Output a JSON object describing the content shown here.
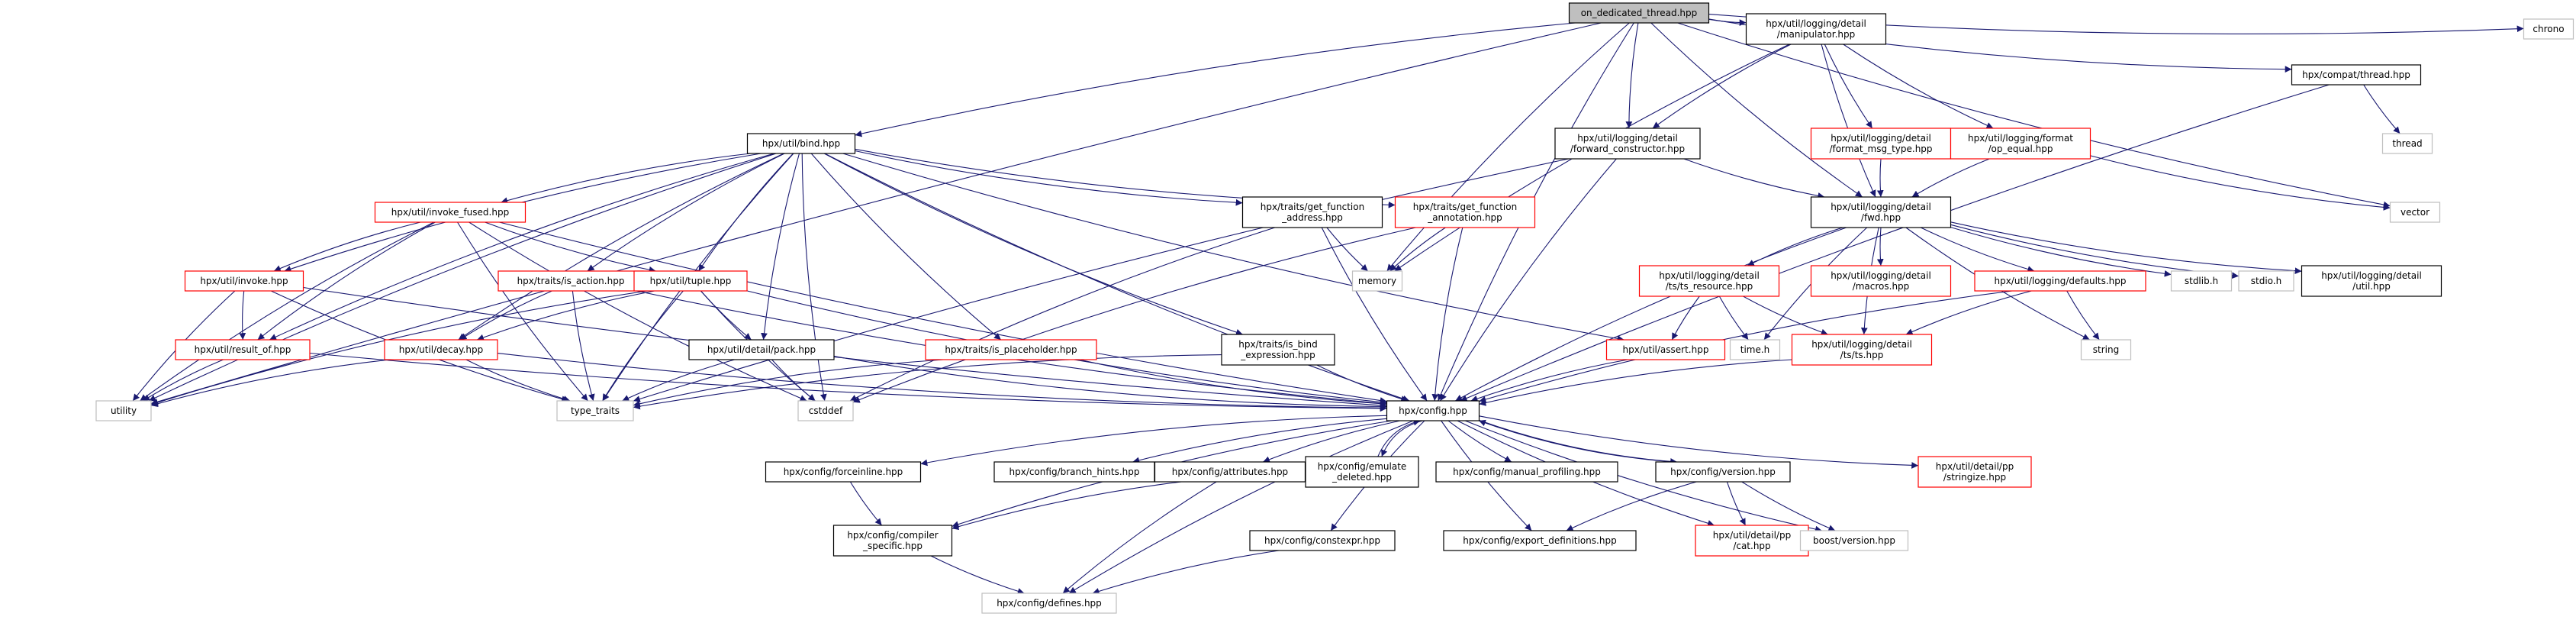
{
  "colors": {
    "edge": "#191970",
    "border_documented": "#000000",
    "border_undocumented": "#ff0000",
    "border_external": "#bfbfbf",
    "root_fill": "#bfbfbf",
    "node_fill": "#ffffff",
    "background": "#ffffff"
  },
  "nodes": [
    {
      "id": "root",
      "lines": [
        "on_dedicated_thread.hpp"
      ],
      "kind": "root"
    },
    {
      "id": "chrono",
      "lines": [
        "chrono"
      ],
      "kind": "external"
    },
    {
      "id": "manipulator",
      "lines": [
        "hpx/util/logging/detail",
        "/manipulator.hpp"
      ],
      "kind": "documented"
    },
    {
      "id": "compat_thread",
      "lines": [
        "hpx/compat/thread.hpp"
      ],
      "kind": "documented"
    },
    {
      "id": "thread",
      "lines": [
        "thread"
      ],
      "kind": "external"
    },
    {
      "id": "bind",
      "lines": [
        "hpx/util/bind.hpp"
      ],
      "kind": "documented"
    },
    {
      "id": "fwd_ctor",
      "lines": [
        "hpx/util/logging/detail",
        "/forward_constructor.hpp"
      ],
      "kind": "documented"
    },
    {
      "id": "fmt_msg",
      "lines": [
        "hpx/util/logging/detail",
        "/format_msg_type.hpp"
      ],
      "kind": "undocumented"
    },
    {
      "id": "op_equal",
      "lines": [
        "hpx/util/logging/format",
        "/op_equal.hpp"
      ],
      "kind": "undocumented"
    },
    {
      "id": "vector",
      "lines": [
        "vector"
      ],
      "kind": "external"
    },
    {
      "id": "invoke_fused",
      "lines": [
        "hpx/util/invoke_fused.hpp"
      ],
      "kind": "undocumented"
    },
    {
      "id": "gfa",
      "lines": [
        "hpx/traits/get_function",
        "_address.hpp"
      ],
      "kind": "documented"
    },
    {
      "id": "gfann",
      "lines": [
        "hpx/traits/get_function",
        "_annotation.hpp"
      ],
      "kind": "undocumented"
    },
    {
      "id": "fwd",
      "lines": [
        "hpx/util/logging/detail",
        "/fwd.hpp"
      ],
      "kind": "documented"
    },
    {
      "id": "memory",
      "lines": [
        "memory"
      ],
      "kind": "external"
    },
    {
      "id": "invoke",
      "lines": [
        "hpx/util/invoke.hpp"
      ],
      "kind": "undocumented"
    },
    {
      "id": "is_action",
      "lines": [
        "hpx/traits/is_action.hpp"
      ],
      "kind": "undocumented"
    },
    {
      "id": "tuple",
      "lines": [
        "hpx/util/tuple.hpp"
      ],
      "kind": "undocumented"
    },
    {
      "id": "ts_resource",
      "lines": [
        "hpx/util/logging/detail",
        "/ts/ts_resource.hpp"
      ],
      "kind": "undocumented"
    },
    {
      "id": "macros",
      "lines": [
        "hpx/util/logging/detail",
        "/macros.hpp"
      ],
      "kind": "undocumented"
    },
    {
      "id": "defaults",
      "lines": [
        "hpx/util/logging/defaults.hpp"
      ],
      "kind": "undocumented"
    },
    {
      "id": "stdlib",
      "lines": [
        "stdlib.h"
      ],
      "kind": "external"
    },
    {
      "id": "stdio",
      "lines": [
        "stdio.h"
      ],
      "kind": "external"
    },
    {
      "id": "log_util",
      "lines": [
        "hpx/util/logging/detail",
        "/util.hpp"
      ],
      "kind": "documented"
    },
    {
      "id": "result_of",
      "lines": [
        "hpx/util/result_of.hpp"
      ],
      "kind": "undocumented"
    },
    {
      "id": "decay",
      "lines": [
        "hpx/util/decay.hpp"
      ],
      "kind": "undocumented"
    },
    {
      "id": "pack",
      "lines": [
        "hpx/util/detail/pack.hpp"
      ],
      "kind": "documented"
    },
    {
      "id": "is_placeholder",
      "lines": [
        "hpx/traits/is_placeholder.hpp"
      ],
      "kind": "undocumented"
    },
    {
      "id": "is_bind",
      "lines": [
        "hpx/traits/is_bind",
        "_expression.hpp"
      ],
      "kind": "documented"
    },
    {
      "id": "assert",
      "lines": [
        "hpx/util/assert.hpp"
      ],
      "kind": "undocumented"
    },
    {
      "id": "time",
      "lines": [
        "time.h"
      ],
      "kind": "external"
    },
    {
      "id": "ts",
      "lines": [
        "hpx/util/logging/detail",
        "/ts/ts.hpp"
      ],
      "kind": "undocumented"
    },
    {
      "id": "string",
      "lines": [
        "string"
      ],
      "kind": "external"
    },
    {
      "id": "utility",
      "lines": [
        "utility"
      ],
      "kind": "external"
    },
    {
      "id": "type_traits",
      "lines": [
        "type_traits"
      ],
      "kind": "external"
    },
    {
      "id": "cstddef",
      "lines": [
        "cstddef"
      ],
      "kind": "external"
    },
    {
      "id": "config",
      "lines": [
        "hpx/config.hpp"
      ],
      "kind": "documented"
    },
    {
      "id": "forceinline",
      "lines": [
        "hpx/config/forceinline.hpp"
      ],
      "kind": "documented"
    },
    {
      "id": "branch_hints",
      "lines": [
        "hpx/config/branch_hints.hpp"
      ],
      "kind": "documented"
    },
    {
      "id": "attributes",
      "lines": [
        "hpx/config/attributes.hpp"
      ],
      "kind": "documented"
    },
    {
      "id": "emulate_deleted",
      "lines": [
        "hpx/config/emulate",
        "_deleted.hpp"
      ],
      "kind": "documented"
    },
    {
      "id": "manual_profiling",
      "lines": [
        "hpx/config/manual_profiling.hpp"
      ],
      "kind": "documented"
    },
    {
      "id": "version",
      "lines": [
        "hpx/config/version.hpp"
      ],
      "kind": "documented"
    },
    {
      "id": "stringize",
      "lines": [
        "hpx/util/detail/pp",
        "/stringize.hpp"
      ],
      "kind": "undocumented"
    },
    {
      "id": "compiler_specific",
      "lines": [
        "hpx/config/compiler",
        "_specific.hpp"
      ],
      "kind": "documented"
    },
    {
      "id": "constexpr",
      "lines": [
        "hpx/config/constexpr.hpp"
      ],
      "kind": "documented"
    },
    {
      "id": "export_defs",
      "lines": [
        "hpx/config/export_definitions.hpp"
      ],
      "kind": "documented"
    },
    {
      "id": "cat",
      "lines": [
        "hpx/util/detail/pp",
        "/cat.hpp"
      ],
      "kind": "undocumented"
    },
    {
      "id": "boost_version",
      "lines": [
        "boost/version.hpp"
      ],
      "kind": "external"
    },
    {
      "id": "defines",
      "lines": [
        "hpx/config/defines.hpp"
      ],
      "kind": "external"
    }
  ],
  "edges": [
    [
      "root",
      "chrono"
    ],
    [
      "root",
      "manipulator"
    ],
    [
      "root",
      "compat_thread"
    ],
    [
      "root",
      "bind"
    ],
    [
      "root",
      "fwd_ctor"
    ],
    [
      "root",
      "fwd"
    ],
    [
      "root",
      "memory"
    ],
    [
      "root",
      "vector"
    ],
    [
      "root",
      "utility"
    ],
    [
      "root",
      "config"
    ],
    [
      "manipulator",
      "fwd_ctor"
    ],
    [
      "manipulator",
      "fmt_msg"
    ],
    [
      "manipulator",
      "op_equal"
    ],
    [
      "manipulator",
      "fwd"
    ],
    [
      "manipulator",
      "memory"
    ],
    [
      "compat_thread",
      "thread"
    ],
    [
      "compat_thread",
      "config"
    ],
    [
      "fwd_ctor",
      "fwd"
    ],
    [
      "fwd_ctor",
      "type_traits"
    ],
    [
      "fwd_ctor",
      "config"
    ],
    [
      "fmt_msg",
      "fwd"
    ],
    [
      "op_equal",
      "fwd"
    ],
    [
      "op_equal",
      "vector"
    ],
    [
      "bind",
      "invoke_fused"
    ],
    [
      "bind",
      "gfa"
    ],
    [
      "bind",
      "gfann"
    ],
    [
      "bind",
      "invoke"
    ],
    [
      "bind",
      "is_action"
    ],
    [
      "bind",
      "tuple"
    ],
    [
      "bind",
      "result_of"
    ],
    [
      "bind",
      "decay"
    ],
    [
      "bind",
      "pack"
    ],
    [
      "bind",
      "is_placeholder"
    ],
    [
      "bind",
      "is_bind"
    ],
    [
      "bind",
      "assert"
    ],
    [
      "bind",
      "utility"
    ],
    [
      "bind",
      "type_traits"
    ],
    [
      "bind",
      "cstddef"
    ],
    [
      "bind",
      "config"
    ],
    [
      "invoke_fused",
      "invoke"
    ],
    [
      "invoke_fused",
      "tuple"
    ],
    [
      "invoke_fused",
      "result_of"
    ],
    [
      "invoke_fused",
      "utility"
    ],
    [
      "invoke_fused",
      "type_traits"
    ],
    [
      "invoke_fused",
      "cstddef"
    ],
    [
      "invoke_fused",
      "config"
    ],
    [
      "gfa",
      "memory"
    ],
    [
      "gfa",
      "config"
    ],
    [
      "gfa",
      "cstddef"
    ],
    [
      "gfann",
      "memory"
    ],
    [
      "gfann",
      "config"
    ],
    [
      "gfann",
      "cstddef"
    ],
    [
      "fwd",
      "ts_resource"
    ],
    [
      "fwd",
      "macros"
    ],
    [
      "fwd",
      "defaults"
    ],
    [
      "fwd",
      "stdlib"
    ],
    [
      "fwd",
      "stdio"
    ],
    [
      "fwd",
      "log_util"
    ],
    [
      "fwd",
      "time"
    ],
    [
      "fwd",
      "ts"
    ],
    [
      "fwd",
      "string"
    ],
    [
      "fwd",
      "config"
    ],
    [
      "invoke",
      "result_of"
    ],
    [
      "invoke",
      "utility"
    ],
    [
      "invoke",
      "type_traits"
    ],
    [
      "invoke",
      "config"
    ],
    [
      "is_action",
      "decay"
    ],
    [
      "is_action",
      "type_traits"
    ],
    [
      "is_action",
      "config"
    ],
    [
      "tuple",
      "decay"
    ],
    [
      "tuple",
      "pack"
    ],
    [
      "tuple",
      "utility"
    ],
    [
      "tuple",
      "type_traits"
    ],
    [
      "tuple",
      "cstddef"
    ],
    [
      "tuple",
      "config"
    ],
    [
      "ts_resource",
      "assert"
    ],
    [
      "ts_resource",
      "time"
    ],
    [
      "ts_resource",
      "ts"
    ],
    [
      "defaults",
      "ts"
    ],
    [
      "defaults",
      "string"
    ],
    [
      "defaults",
      "config"
    ],
    [
      "result_of",
      "utility"
    ],
    [
      "result_of",
      "config"
    ],
    [
      "decay",
      "type_traits"
    ],
    [
      "decay",
      "config"
    ],
    [
      "decay",
      "utility"
    ],
    [
      "pack",
      "cstddef"
    ],
    [
      "pack",
      "type_traits"
    ],
    [
      "pack",
      "config"
    ],
    [
      "is_placeholder",
      "type_traits"
    ],
    [
      "is_placeholder",
      "config"
    ],
    [
      "is_bind",
      "type_traits"
    ],
    [
      "is_bind",
      "config"
    ],
    [
      "assert",
      "config"
    ],
    [
      "ts",
      "config"
    ],
    [
      "config",
      "forceinline"
    ],
    [
      "config",
      "branch_hints"
    ],
    [
      "config",
      "attributes"
    ],
    [
      "config",
      "emulate_deleted"
    ],
    [
      "config",
      "manual_profiling"
    ],
    [
      "config",
      "version"
    ],
    [
      "config",
      "stringize"
    ],
    [
      "config",
      "compiler_specific"
    ],
    [
      "config",
      "constexpr"
    ],
    [
      "config",
      "export_defs"
    ],
    [
      "config",
      "cat"
    ],
    [
      "config",
      "boost_version"
    ],
    [
      "config",
      "defines"
    ],
    [
      "emulate_deleted",
      "config"
    ],
    [
      "version",
      "config"
    ],
    [
      "forceinline",
      "compiler_specific"
    ],
    [
      "attributes",
      "compiler_specific"
    ],
    [
      "attributes",
      "defines"
    ],
    [
      "compiler_specific",
      "defines"
    ],
    [
      "constexpr",
      "defines"
    ],
    [
      "version",
      "export_defs"
    ],
    [
      "version",
      "cat"
    ],
    [
      "version",
      "boost_version"
    ]
  ]
}
